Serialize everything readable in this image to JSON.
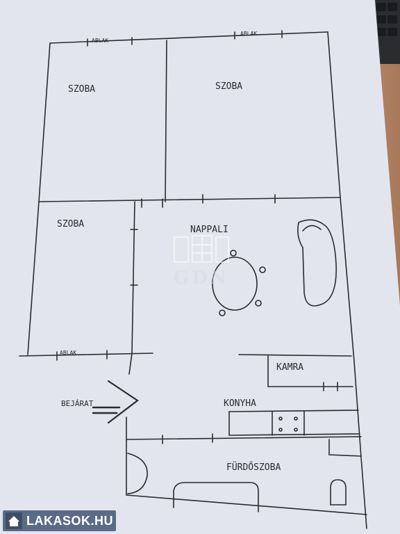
{
  "rooms": {
    "szoba_1": "SZOBA",
    "szoba_2": "SZOBA",
    "szoba_3": "SZOBA",
    "nappali": "NAPPALI",
    "kamra": "KAMRA",
    "konyha": "KONYHA",
    "furdoszoba": "FÜRDŐSZOBA"
  },
  "windows": {
    "w1": "ABLAK",
    "w2": "ABLAK",
    "w3": "ABLAK"
  },
  "entrance": "BEJÁRAT",
  "watermark": "GDN",
  "badge": "LAKASOK.HU",
  "colors": {
    "ink": "#2a2a30",
    "paper": "#e4e6ef",
    "badge": "#5a6b86"
  }
}
